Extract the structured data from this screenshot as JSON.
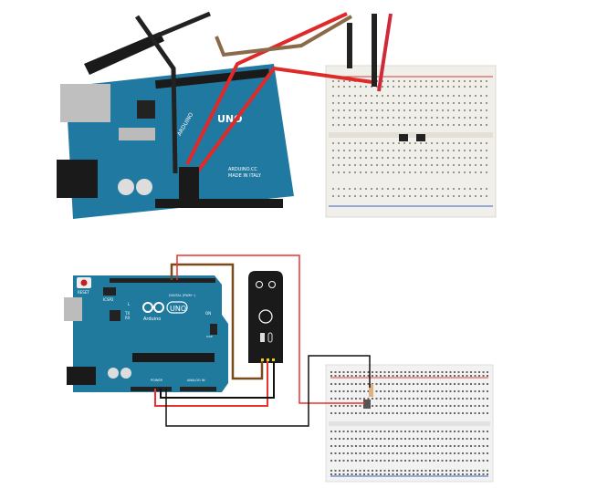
{
  "photo": {
    "board_logo": "UNO",
    "board_brand": "ARDUINO",
    "board_url": "ARDUINO.CC",
    "board_origin": "MADE IN ITALY"
  },
  "diagram": {
    "reset_label": "RESET",
    "icsp2_label": "ICSP2",
    "icsp_label": "ICSP",
    "uno_label": "UNO",
    "arduino_label": "Arduino",
    "l_label": "L",
    "tx_label": "TX",
    "rx_label": "RX",
    "on_label": "ON",
    "digital_label": "DIGITAL (PWM~)",
    "power_label": "POWER",
    "analog_label": "ANALOG IN"
  },
  "colors": {
    "board": "#1f7a9e",
    "wire_red": "#e8322f",
    "wire_black": "#111111",
    "wire_brown": "#7a4a1a",
    "sensor": "#1a1a1a",
    "breadboard": "#f2f2f2"
  }
}
